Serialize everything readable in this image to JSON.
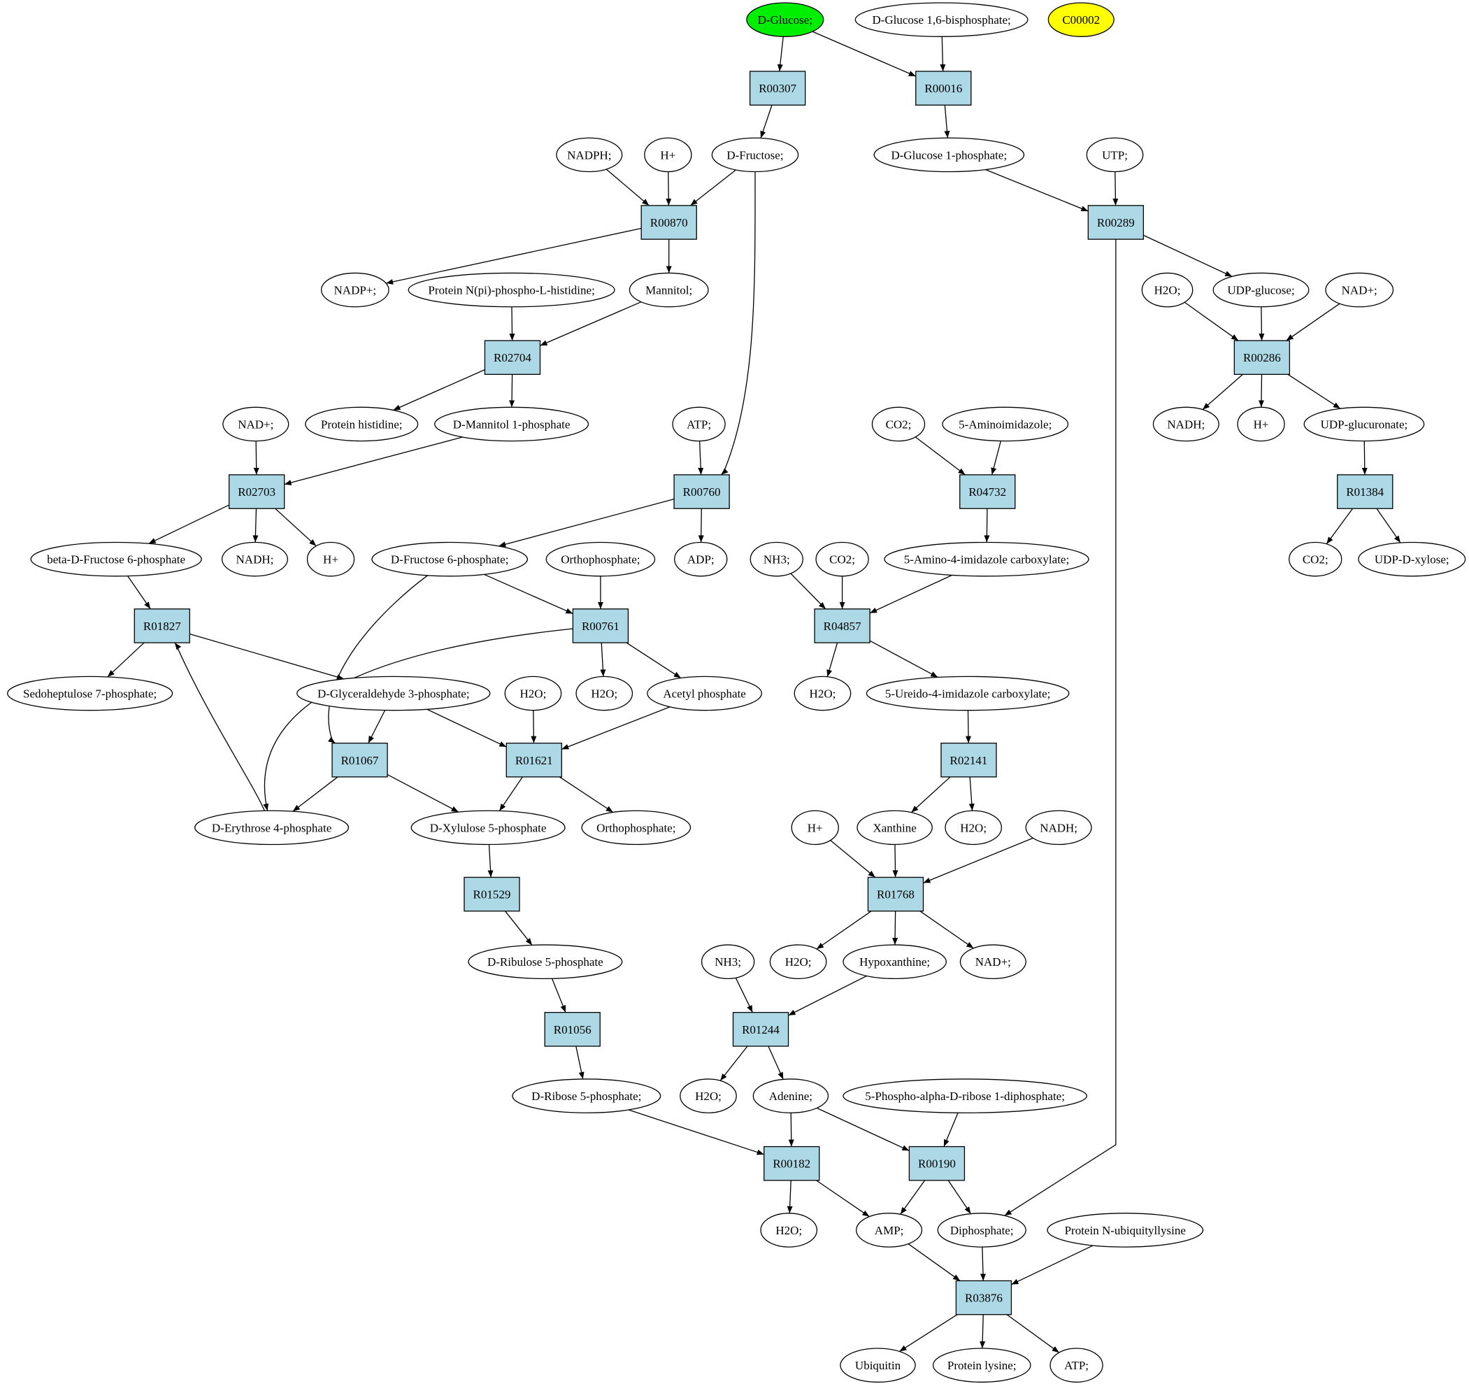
{
  "colors": {
    "compound_fill": "#ffffff",
    "reaction_fill": "#add8e6",
    "highlight_green": "#00ee00",
    "highlight_yellow": "#ffff00",
    "stroke": "#000000"
  },
  "reactions": {
    "r00307": "R00307",
    "r00016": "R00016",
    "r00870": "R00870",
    "r00289": "R00289",
    "r02704": "R02704",
    "r00286": "R00286",
    "r02703": "R02703",
    "r00760": "R00760",
    "r04732": "R04732",
    "r01384": "R01384",
    "r01827": "R01827",
    "r00761": "R00761",
    "r04857": "R04857",
    "r01067": "R01067",
    "r01621": "R01621",
    "r02141": "R02141",
    "r01529": "R01529",
    "r01768": "R01768",
    "r01056": "R01056",
    "r01244": "R01244",
    "r00182": "R00182",
    "r00190": "R00190",
    "r03876": "R03876"
  },
  "compounds": {
    "glucose": "D-Glucose;",
    "glucose16bp": "D-Glucose 1,6-bisphosphate;",
    "c00002": "C00002",
    "nadph": "NADPH;",
    "h_1": "H+",
    "fructose": "D-Fructose;",
    "glucose1p": "D-Glucose 1-phosphate;",
    "utp": "UTP;",
    "nadp": "NADP+;",
    "protein_phospho_his": "Protein N(pi)-phospho-L-histidine;",
    "mannitol": "Mannitol;",
    "h2o_1": "H2O;",
    "udp_glucose": "UDP-glucose;",
    "nad_1": "NAD+;",
    "protein_histidine": "Protein histidine;",
    "mannitol1p": "D-Mannitol 1-phosphate",
    "nad_2": "NAD+;",
    "atp_1": "ATP;",
    "co2_1": "CO2;",
    "aminoimidazole": "5-Aminoimidazole;",
    "nadh_1": "NADH;",
    "h_2": "H+",
    "udp_glucuronate": "UDP-glucuronate;",
    "beta_fructose6p": "beta-D-Fructose 6-phosphate",
    "nadh_2": "NADH;",
    "h_3": "H+",
    "fructose6p": "D-Fructose 6-phosphate;",
    "orthophosphate_1": "Orthophosphate;",
    "adp": "ADP;",
    "nh3_1": "NH3;",
    "co2_2": "CO2;",
    "aica": "5-Amino-4-imidazole carboxylate;",
    "co2_3": "CO2;",
    "udp_xylose": "UDP-D-xylose;",
    "sedoheptulose7p": "Sedoheptulose 7-phosphate;",
    "g3p": "D-Glyceraldehyde 3-phosphate;",
    "h2o_2": "H2O;",
    "h2o_3": "H2O;",
    "acetyl_phosphate": "Acetyl phosphate",
    "h2o_4": "H2O;",
    "ureido": "5-Ureido-4-imidazole carboxylate;",
    "erythrose4p": "D-Erythrose 4-phosphate",
    "xylulose5p": "D-Xylulose 5-phosphate",
    "orthophosphate_2": "Orthophosphate;",
    "h_4": "H+",
    "xanthine": "Xanthine",
    "h2o_5": "H2O;",
    "nadh_3": "NADH;",
    "ribulose5p": "D-Ribulose 5-phosphate",
    "nh3_2": "NH3;",
    "h2o_6": "H2O;",
    "hypoxanthine": "Hypoxanthine;",
    "nad_3": "NAD+;",
    "ribose5p": "D-Ribose 5-phosphate;",
    "h2o_7": "H2O;",
    "adenine": "Adenine;",
    "prpp": "5-Phospho-alpha-D-ribose 1-diphosphate;",
    "h2o_8": "H2O;",
    "amp": "AMP;",
    "diphosphate": "Diphosphate;",
    "ubiquityllysine": "Protein N-ubiquityllysine",
    "ubiquitin": "Ubiquitin",
    "protein_lysine": "Protein lysine;",
    "atp_2": "ATP;"
  }
}
